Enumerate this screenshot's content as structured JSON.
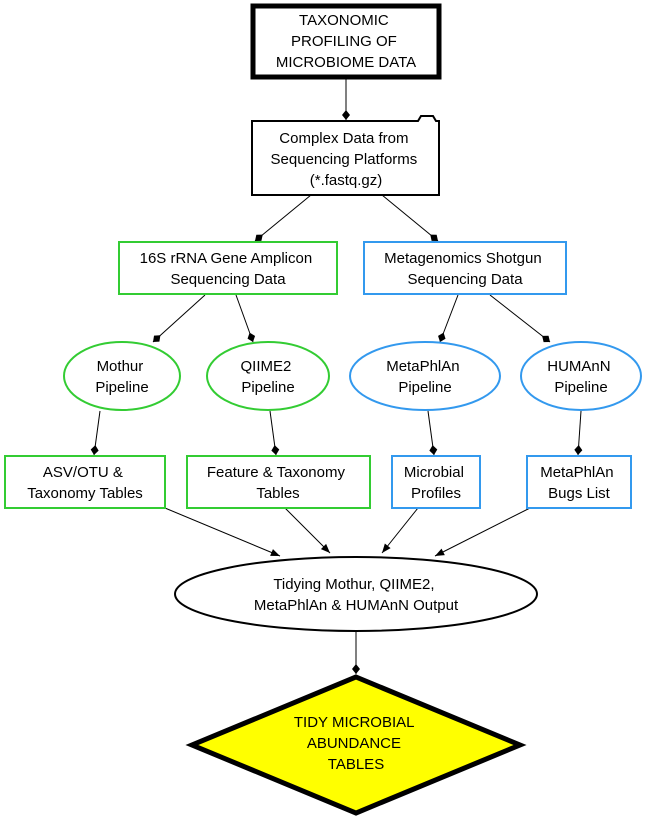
{
  "nodes": {
    "title": {
      "lines": [
        "TAXONOMIC",
        "PROFILING OF",
        "MICROBIOME DATA"
      ]
    },
    "complex_data": {
      "lines": [
        "Complex Data from",
        "Sequencing Platforms",
        "(*.fastq.gz)"
      ]
    },
    "amplicon": {
      "lines": [
        "16S rRNA Gene Amplicon",
        "Sequencing Data"
      ]
    },
    "shotgun": {
      "lines": [
        "Metagenomics Shotgun",
        "Sequencing Data"
      ]
    },
    "mothur": {
      "lines": [
        "Mothur",
        "Pipeline"
      ]
    },
    "qiime2": {
      "lines": [
        "QIIME2",
        "Pipeline"
      ]
    },
    "metaphlan": {
      "lines": [
        "MetaPhlAn",
        "Pipeline"
      ]
    },
    "humann": {
      "lines": [
        "HUMAnN",
        "Pipeline"
      ]
    },
    "asv_otu": {
      "lines": [
        "ASV/OTU &",
        "Taxonomy Tables"
      ]
    },
    "feature_tax": {
      "lines": [
        "Feature & Taxonomy",
        "Tables"
      ]
    },
    "microbial_profiles": {
      "lines": [
        "Microbial",
        "Profiles"
      ]
    },
    "bugs_list": {
      "lines": [
        "MetaPhlAn",
        "Bugs List"
      ]
    },
    "tidying": {
      "lines": [
        "Tidying Mothur, QIIME2,",
        "MetaPhlAn & HUMAnN Output"
      ]
    },
    "tidy_tables": {
      "lines": [
        "TIDY MICROBIAL",
        "ABUNDANCE",
        "TABLES"
      ]
    }
  },
  "colors": {
    "amplicon_branch": "#33cc33",
    "shotgun_branch": "#3399ee",
    "default_stroke": "#000000",
    "final_fill": "#ffff00"
  }
}
